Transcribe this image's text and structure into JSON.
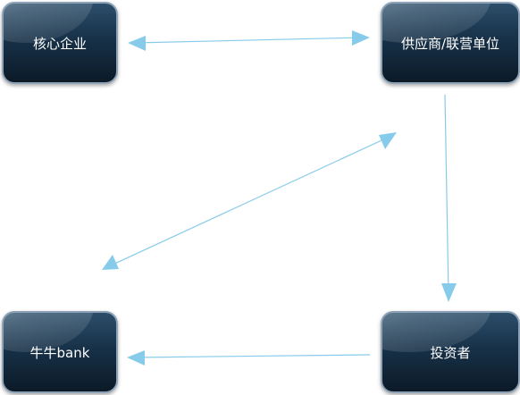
{
  "nodes": {
    "core": {
      "label": "核心企业"
    },
    "supplier": {
      "label": "供应商/联营单位"
    },
    "bank": {
      "label": "牛牛bank"
    },
    "investor": {
      "label": "投资者"
    }
  },
  "edges": [
    {
      "from": "core",
      "to": "supplier",
      "direction": "both"
    },
    {
      "from": "supplier",
      "to": "bank",
      "direction": "both"
    },
    {
      "from": "supplier",
      "to": "investor",
      "direction": "forward"
    },
    {
      "from": "investor",
      "to": "bank",
      "direction": "forward"
    }
  ],
  "colors": {
    "edge": "#87cbea",
    "node_border": "#8fa3b8",
    "node_fill": "#173148",
    "label": "#ffffff"
  }
}
